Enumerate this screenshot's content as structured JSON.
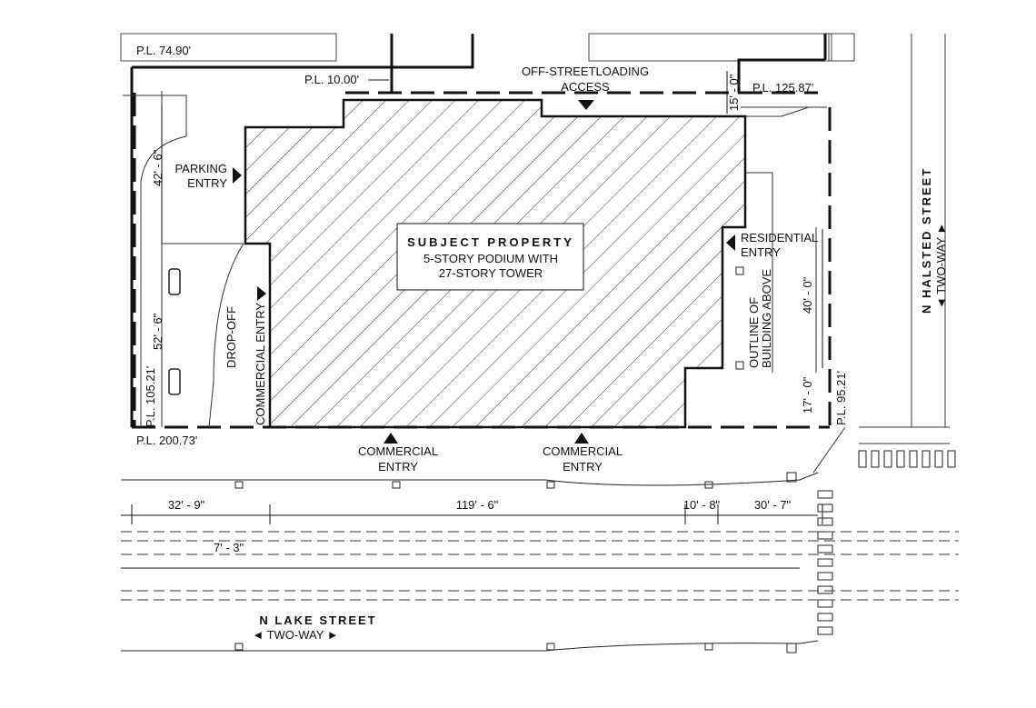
{
  "plan": {
    "subject": {
      "title": "SUBJECT PROPERTY",
      "line1": "5-STORY PODIUM WITH",
      "line2": "27-STORY TOWER"
    },
    "property_lines": {
      "pl_74_90": "P.L. 74.90'",
      "pl_10_00": "P.L. 10.00'",
      "pl_125_87": "P.L. 125.87'",
      "pl_105_21": "P.L. 105.21'",
      "pl_200_73": "P.L. 200.73'",
      "pl_95_21": "P.L. 95.21'"
    },
    "labels": {
      "loading_1": "OFF-STREETLOADING",
      "loading_2": "ACCESS",
      "parking_1": "PARKING",
      "parking_2": "ENTRY",
      "residential_1": "RESIDENTIAL",
      "residential_2": "ENTRY",
      "drop_off": "DROP-OFF",
      "commercial_entry_side": "COMMERCIAL ENTRY",
      "outline_1": "OUTLINE OF",
      "outline_2": "BUILDING ABOVE",
      "commercial_a_1": "COMMERCIAL",
      "commercial_a_2": "ENTRY",
      "commercial_b_1": "COMMERCIAL",
      "commercial_b_2": "ENTRY"
    },
    "dimensions": {
      "d_15_0": "15' - 0\"",
      "d_42_6": "42' - 6\"",
      "d_52_6": "52' - 6\"",
      "d_40_0": "40' - 0\"",
      "d_17_0": "17' - 0\"",
      "d_32_9": "32' - 9\"",
      "d_119_6": "119' - 6\"",
      "d_10_8": "10' - 8\"",
      "d_30_7": "30' - 7\"",
      "d_7_3": "7' - 3\""
    },
    "streets": {
      "halsted_name": "N HALSTED STREET",
      "halsted_dir": "◄ TWO-WAY ►",
      "lake_name": "N LAKE STREET",
      "lake_dir": "◄ TWO-WAY ►"
    }
  }
}
